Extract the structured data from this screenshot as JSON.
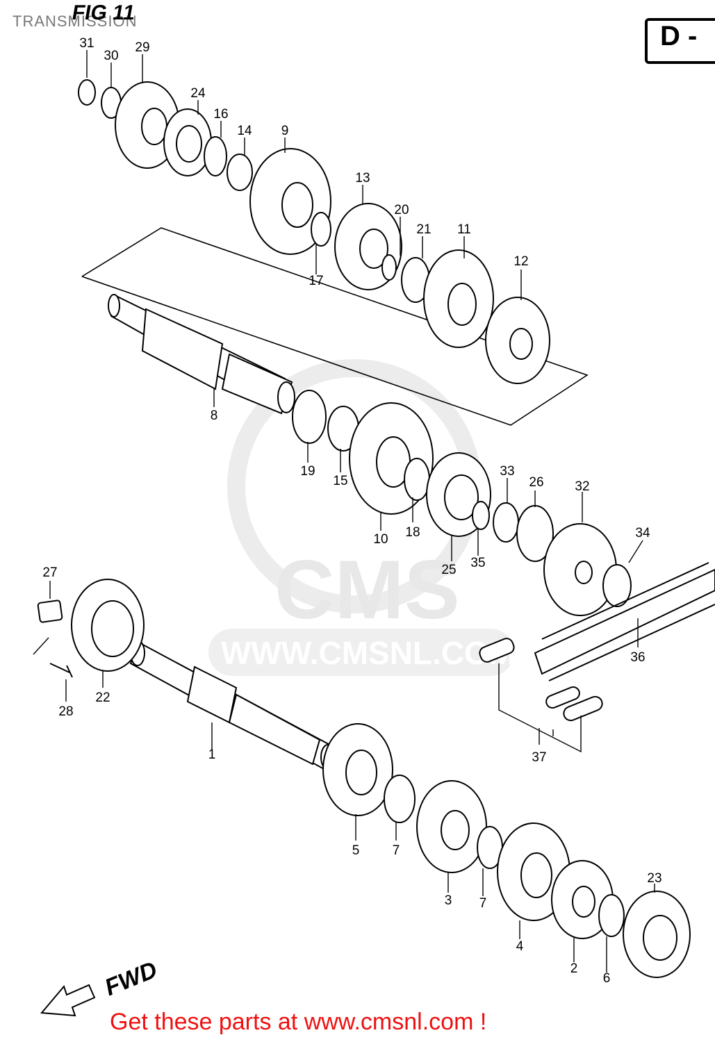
{
  "header": {
    "page_title": "TRANSMISSION",
    "figure_label": "FIG 11",
    "section_letter": "D -"
  },
  "watermark": {
    "brand": "CMS",
    "url": "WWW.CMSNL.COM"
  },
  "direction_label": "FWD",
  "footer": {
    "text": "Get these parts at www.cmsnl.com !",
    "color": "#ee1111"
  },
  "callouts": [
    "31",
    "30",
    "29",
    "24",
    "16",
    "14",
    "9",
    "13",
    "20",
    "21",
    "11",
    "12",
    "17",
    "8",
    "19",
    "15",
    "10",
    "18",
    "25",
    "35",
    "33",
    "26",
    "32",
    "34",
    "36",
    "27",
    "28",
    "22",
    "1",
    "5",
    "7",
    "3",
    "7",
    "4",
    "2",
    "6",
    "23",
    "37"
  ]
}
